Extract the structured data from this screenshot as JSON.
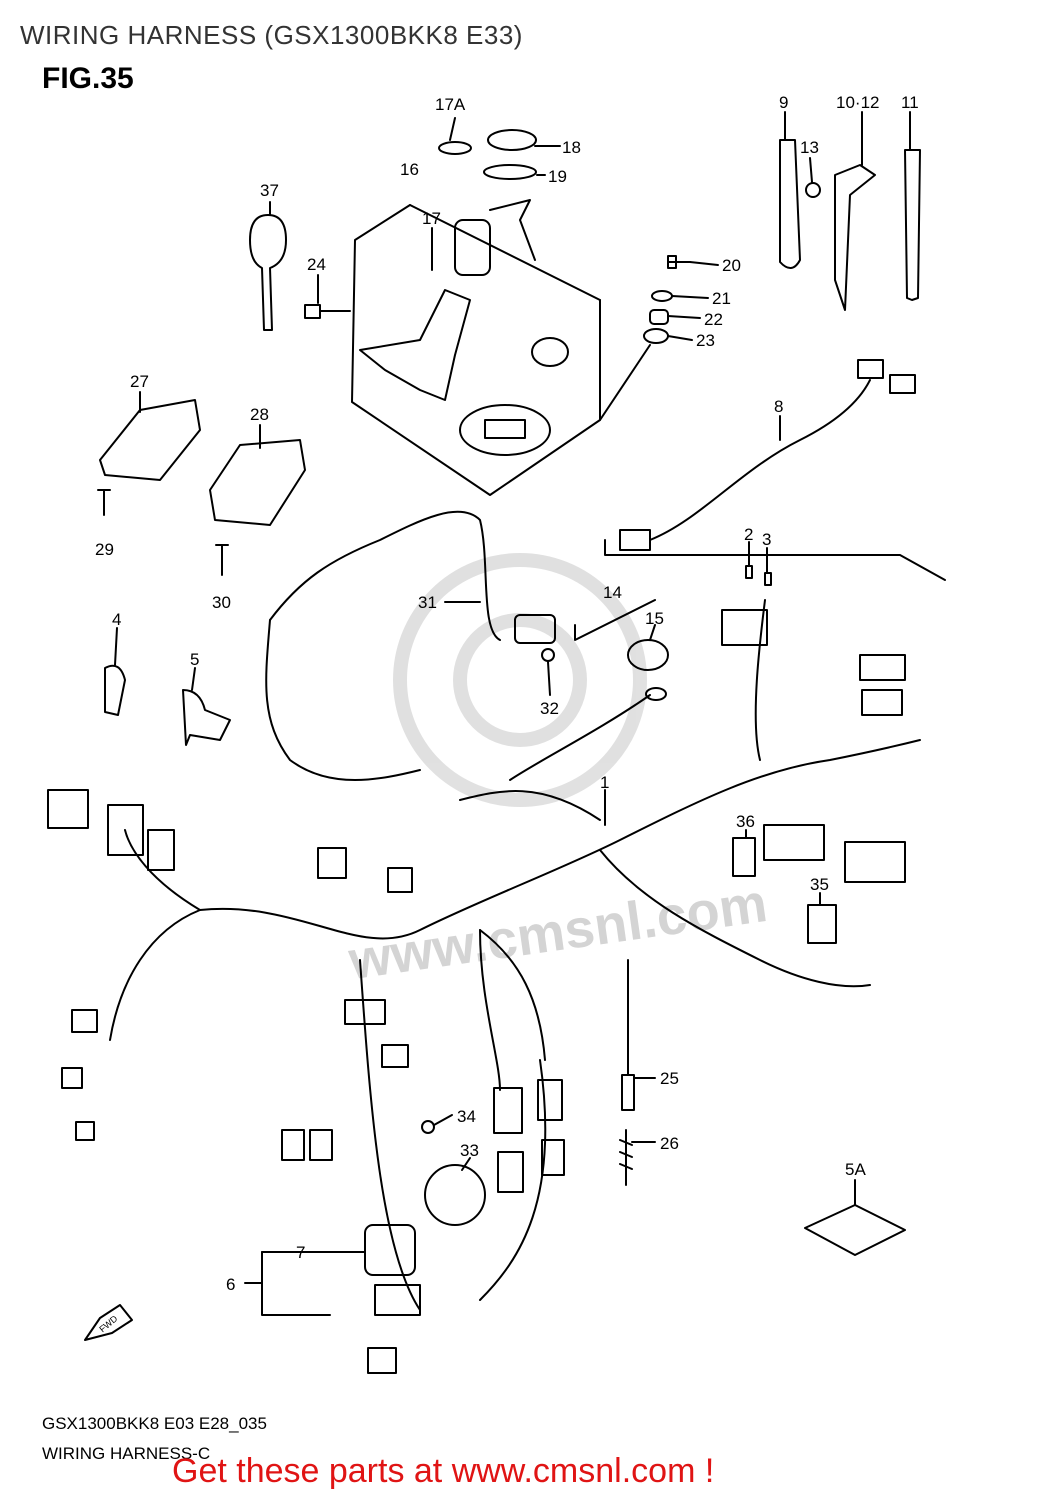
{
  "header": {
    "title": "WIRING HARNESS (GSX1300BKK8 E33)"
  },
  "figure": {
    "number": "FIG.35"
  },
  "caption": {
    "model_code": "GSX1300BKK8 E03 E28_035",
    "section": "WIRING HARNESS-C"
  },
  "promo": {
    "text": "Get these parts at www.cmsnl.com !"
  },
  "watermark": {
    "text": "www.cmsnl.com"
  },
  "direction": {
    "label": "FWD"
  },
  "colors": {
    "line": "#000000",
    "promo": "#e01414",
    "watermark": "#d4d4d4"
  },
  "callouts": [
    {
      "id": "p1",
      "label": "1"
    },
    {
      "id": "p2",
      "label": "2"
    },
    {
      "id": "p3",
      "label": "3"
    },
    {
      "id": "p4",
      "label": "4"
    },
    {
      "id": "p5",
      "label": "5"
    },
    {
      "id": "p5a",
      "label": "5A"
    },
    {
      "id": "p6",
      "label": "6"
    },
    {
      "id": "p7",
      "label": "7"
    },
    {
      "id": "p8",
      "label": "8"
    },
    {
      "id": "p9",
      "label": "9"
    },
    {
      "id": "p1012",
      "label": "10·12"
    },
    {
      "id": "p11",
      "label": "11"
    },
    {
      "id": "p13",
      "label": "13"
    },
    {
      "id": "p14",
      "label": "14"
    },
    {
      "id": "p15",
      "label": "15"
    },
    {
      "id": "p16",
      "label": "16"
    },
    {
      "id": "p17",
      "label": "17"
    },
    {
      "id": "p17a",
      "label": "17A"
    },
    {
      "id": "p18",
      "label": "18"
    },
    {
      "id": "p19",
      "label": "19"
    },
    {
      "id": "p20",
      "label": "20"
    },
    {
      "id": "p21",
      "label": "21"
    },
    {
      "id": "p22",
      "label": "22"
    },
    {
      "id": "p23",
      "label": "23"
    },
    {
      "id": "p24",
      "label": "24"
    },
    {
      "id": "p25",
      "label": "25"
    },
    {
      "id": "p26",
      "label": "26"
    },
    {
      "id": "p27",
      "label": "27"
    },
    {
      "id": "p28",
      "label": "28"
    },
    {
      "id": "p29",
      "label": "29"
    },
    {
      "id": "p30",
      "label": "30"
    },
    {
      "id": "p31",
      "label": "31"
    },
    {
      "id": "p32",
      "label": "32"
    },
    {
      "id": "p33",
      "label": "33"
    },
    {
      "id": "p34",
      "label": "34"
    },
    {
      "id": "p35",
      "label": "35"
    },
    {
      "id": "p36",
      "label": "36"
    },
    {
      "id": "p37",
      "label": "37"
    }
  ]
}
